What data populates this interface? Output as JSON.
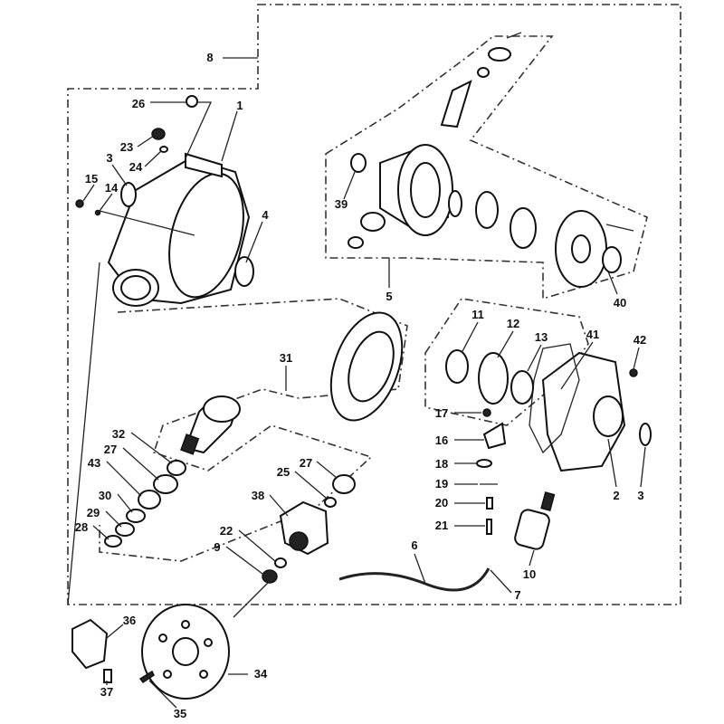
{
  "diagram": {
    "type": "exploded-parts-diagram",
    "callouts": [
      "8",
      "26",
      "1",
      "23",
      "24",
      "3",
      "15",
      "14",
      "4",
      "39",
      "5",
      "40",
      "11",
      "12",
      "13",
      "41",
      "42",
      "31",
      "17",
      "16",
      "18",
      "19",
      "20",
      "21",
      "2",
      "3",
      "32",
      "27",
      "43",
      "30",
      "29",
      "28",
      "38",
      "25",
      "27",
      "22",
      "9",
      "6",
      "7",
      "10",
      "36",
      "34",
      "37",
      "35"
    ]
  }
}
